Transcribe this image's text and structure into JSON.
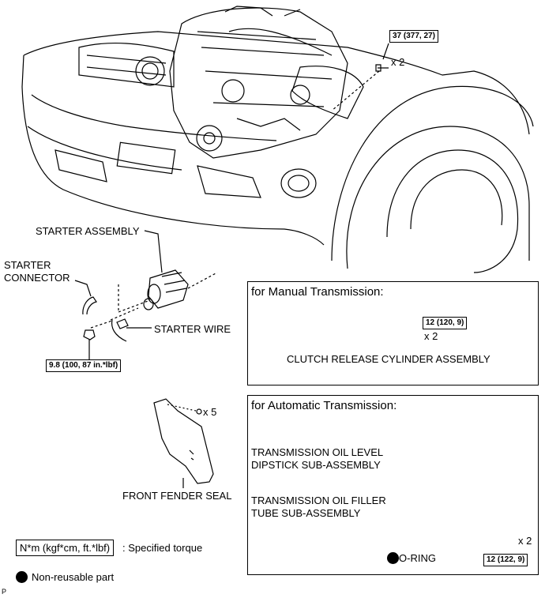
{
  "torques": {
    "engine_bolt": "37 (377, 27)",
    "starter_nut": "9.8 (100, 87 in.*lbf)",
    "clutch_bolt": "12 (120, 9)",
    "filler_tube_bolt": "12 (122, 9)"
  },
  "quantities": {
    "engine_bolt": "x 2",
    "clutch_bolt": "x 2",
    "fender_clip": "x 5",
    "filler_tube_bolt": "x 2"
  },
  "labels": {
    "starter_assembly": "STARTER ASSEMBLY",
    "starter_connector_line1": "STARTER",
    "starter_connector_line2": "CONNECTOR",
    "starter_wire": "STARTER WIRE",
    "front_fender_seal": "FRONT FENDER SEAL",
    "clutch_release_cylinder": "CLUTCH RELEASE CYLINDER ASSEMBLY",
    "dipstick_line1": "TRANSMISSION OIL LEVEL",
    "dipstick_line2": "DIPSTICK SUB-ASSEMBLY",
    "filler_tube_line1": "TRANSMISSION OIL FILLER",
    "filler_tube_line2": "TUBE SUB-ASSEMBLY",
    "o_ring": "O-RING"
  },
  "panels": {
    "manual": "for Manual Transmission:",
    "automatic": "for Automatic Transmission:"
  },
  "legend": {
    "torque_unit": "N*m (kgf*cm, ft.*lbf)",
    "torque_desc": ": Specified torque",
    "non_reusable": "Non-reusable part"
  },
  "corner_mark": "P"
}
